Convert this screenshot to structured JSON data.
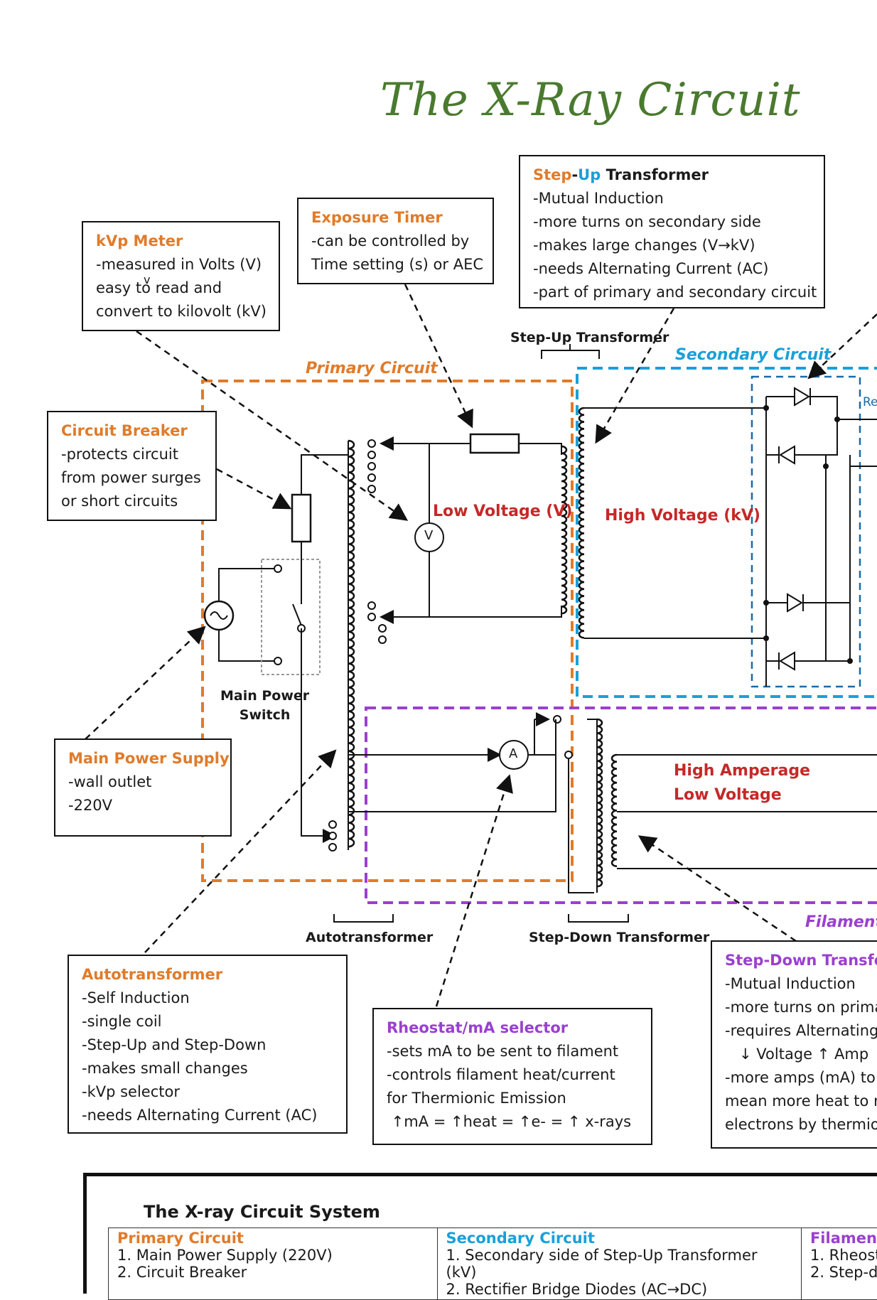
{
  "title": "The X-Ray Circuit",
  "boxes": {
    "kvp": {
      "heading": "kVp Meter",
      "lines": [
        "-measured in Volts (V)",
        "easy to read and",
        "convert to kilovolt (kV)"
      ],
      "note": "v"
    },
    "timer": {
      "heading": "Exposure Timer",
      "lines": [
        "-can be controlled by",
        "Time setting (s) or AEC"
      ]
    },
    "stepup": {
      "heading_a": "Step",
      "heading_b": "-",
      "heading_c": "Up",
      "heading_d": " Transformer",
      "lines": [
        "-Mutual Induction",
        "-more turns on secondary side",
        "-makes large changes (V→kV)",
        "-needs Alternating Current (AC)",
        "-part of primary and secondary circuit"
      ]
    },
    "breaker": {
      "heading": "Circuit Breaker",
      "lines": [
        "-protects circuit",
        "from power surges",
        "or short circuits"
      ]
    },
    "supply": {
      "heading": "Main Power Supply",
      "lines": [
        "-wall outlet",
        "-220V"
      ]
    },
    "auto": {
      "heading": "Autotransformer",
      "lines": [
        "-Self Induction",
        "-single coil",
        "-Step-Up and Step-Down",
        "-makes small changes",
        "-kVp selector",
        "-needs Alternating Current (AC)"
      ]
    },
    "rheo": {
      "heading": "Rheostat/mA selector",
      "lines": [
        "-sets mA to be sent to filament",
        "-controls filament heat/current",
        "for Thermionic Emission",
        " ↑mA = ↑heat = ↑e- = ↑ x-rays"
      ]
    },
    "stepdown": {
      "heading": "Step-Down Transfor",
      "lines": [
        "-Mutual Induction",
        "-more turns on prima",
        "-requires Alternating",
        "   ↓ Voltage ↑ Amp",
        "-more amps (mA) to f",
        "mean more heat to m",
        "electrons by thermio"
      ]
    }
  },
  "labels": {
    "stepup_top": "Step-Up Transformer",
    "main_switch": "Main Power\nSwitch",
    "autotransformer": "Autotransformer",
    "stepdown": "Step-Down Transformer",
    "low_voltage": "Low Voltage (V)",
    "high_voltage": "High Voltage (kV)",
    "high_amp": "High Amperage",
    "low_volt2": "Low Voltage",
    "meter_v": "V",
    "meter_a": "A",
    "re": "Re"
  },
  "regions": {
    "primary": "Primary Circuit",
    "secondary": "Secondary Circuit",
    "filament": "Filament"
  },
  "system": {
    "title": "The X-ray Circuit System",
    "columns": [
      {
        "heading": "Primary Circuit",
        "item": "1. Main Power Supply (220V)",
        "item2": "2. Circuit Breaker"
      },
      {
        "heading": "Secondary Circuit",
        "item": "1. Secondary side of Step-Up Transformer (kV)",
        "item2": "2. Rectifier Bridge Diodes (AC→DC)"
      },
      {
        "heading": "Filament",
        "item": "1. Rheost",
        "item2": "2. Step-d"
      }
    ]
  },
  "colors": {
    "title": "#4a7a2e",
    "primary": "#e07b2a",
    "secondary": "#1aa0d8",
    "filament": "#9b3fd0",
    "red": "#c62828"
  }
}
